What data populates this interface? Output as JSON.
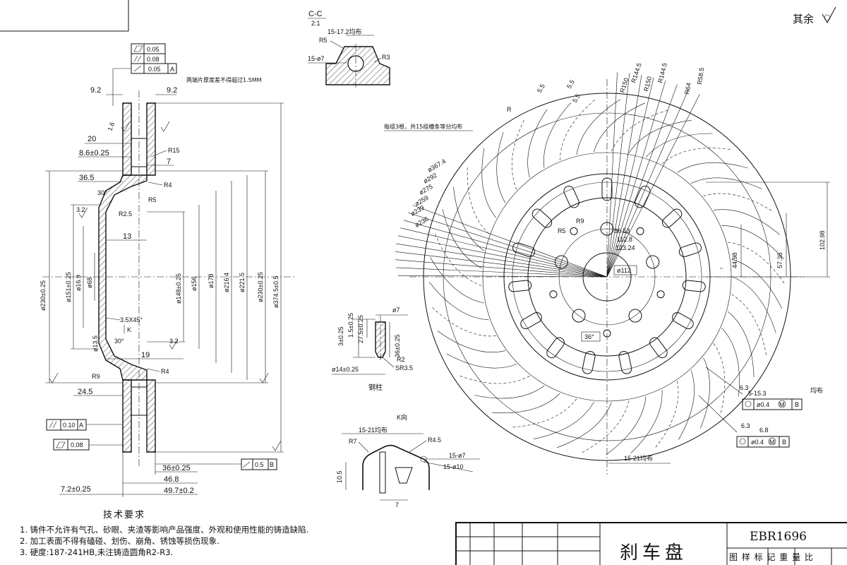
{
  "top_right_note": "其余",
  "section_cc": {
    "label": "C-C",
    "scale": "2:1",
    "r5": "R5",
    "r3": "R3",
    "spread": "15-17.2均布",
    "hole": "15-ø7"
  },
  "side_view": {
    "tol_flat": "0.05",
    "tol_parallel": "0.08",
    "tol_runout": "0.05",
    "tol_runout_datum": "A",
    "runout_note": "两端片厚度差不得超过1.5MM",
    "w_left": "9.2",
    "w_right": "9.2",
    "d20": "20",
    "d86": "8.6±0.25",
    "r15": "R15",
    "d7": "7",
    "d365": "36.5",
    "r4a": "R4",
    "r5": "R5",
    "a30a": "30°",
    "r25": "R2.5",
    "d13": "13",
    "ch": "3.5X45°",
    "a30b": "30°",
    "d19": "19",
    "r9": "R9",
    "r4b": "R4",
    "d245": "24.5",
    "dia_230a": "ø230±0.25",
    "dia_151": "ø151±0.25",
    "dia_169": "ø16.9",
    "dia_68": "ø68",
    "dia_13": "ø13.5",
    "dia_148": "ø148±0.25",
    "dia_156": "ø156",
    "dia_178": "ø178",
    "dia_2164": "ø216.4",
    "dia_2215": "ø221.5",
    "dia_230b": "ø230±0.25",
    "dia_3745": "ø374.5±0.5",
    "tol_parallel2": "0.10",
    "tol_parallel2_datum": "A",
    "tol_flat2": "0.08",
    "tol_runout2": "0.5",
    "tol_runout2_datum": "B",
    "d36": "36±0.25",
    "d468": "46.8",
    "d72": "7.2±0.25",
    "d497": "49.7±0.2",
    "rough_a": "3.2",
    "rough_b": "1.6",
    "k": "K"
  },
  "pin_detail": {
    "d3": "3±0.25",
    "d15": "1.5±0.25",
    "d275": "27.5±0.25",
    "d7": "ø7",
    "d36": "36±0.25",
    "r2": "R2",
    "sr": "SR3.5",
    "d14": "ø14±0.25",
    "label": "钢柱"
  },
  "k_detail": {
    "title": "K向",
    "spread": "15-21均布",
    "r7": "R7",
    "r45": "R4.5",
    "h7": "15-ø7",
    "h10": "15-ø10",
    "d105": "10.5",
    "d7": "7"
  },
  "front_view": {
    "r144a": "R144.5",
    "r150a": "R150",
    "r150b": "R150",
    "r144b": "R144.5",
    "r64": "R64",
    "r585": "R58.5",
    "w55a": "5.5",
    "w55b": "5.5",
    "w55c": "5.5",
    "r": "R",
    "groove_note": "每组3根，共15组槽条等分均布",
    "d3674": "ø367.4",
    "d292": "ø292",
    "d275": "ø275",
    "d259": "ø259",
    "d239": "ø239",
    "d236": "ø236",
    "r5": "R5",
    "r9": "R9",
    "d8653": "86.53",
    "d1128": "112.8",
    "d12324": "123.24",
    "d112": "ø112",
    "a36": "36°",
    "d4498": "44.98",
    "d5736": "57.36",
    "d10298": "102.98",
    "h5": "5-15.3",
    "h5_tol": "均布",
    "pos1": "ø0.4",
    "pos1_m": "M",
    "pos1_datum": "B",
    "h6": "6.8",
    "pos2": "ø0.4",
    "pos2_m": "M",
    "pos2_datum": "B",
    "spread": "15-21均布",
    "rough": "6.3"
  },
  "tech_req": {
    "title": "技术要求",
    "items": [
      "1.  铸件不允许有气孔、砂眼、夹渣等影响产品强度、外观和使用性能的铸造缺陷.",
      "2.  加工表面不得有磕碰、划伤、崩角、锈蚀等损伤现象.",
      "3.  硬度:187-241HB,未注铸造圆角R2-R3."
    ]
  },
  "title_block": {
    "name": "刹车盘",
    "code": "EBR1696",
    "header": "图 样 标 记 重  量 比"
  }
}
